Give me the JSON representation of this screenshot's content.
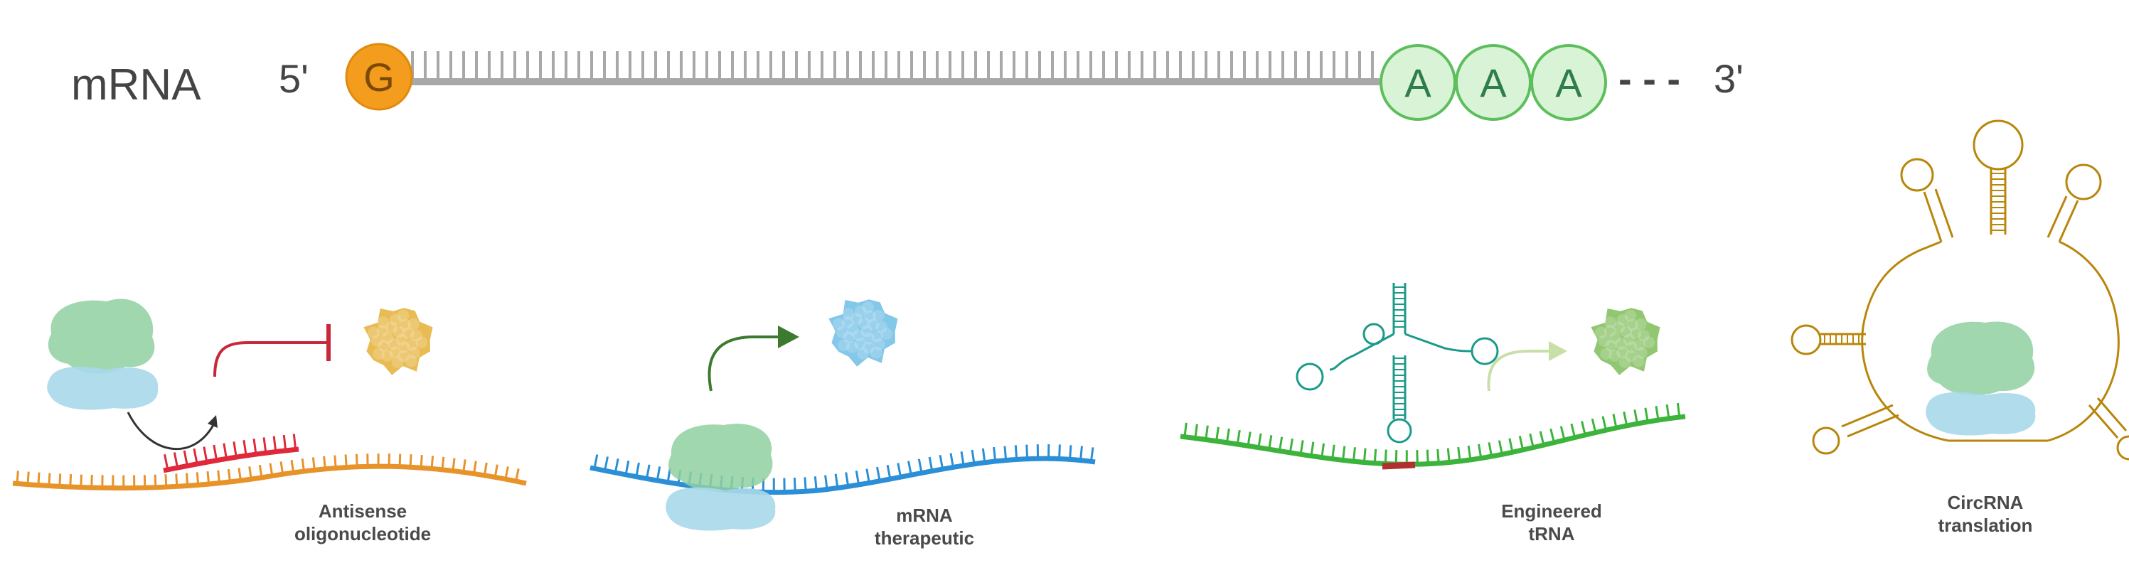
{
  "figure": {
    "mrna_label": "mRNA",
    "five_prime": "5'",
    "three_prime": "3'",
    "cap_letter": "G",
    "tail_letters": [
      "A",
      "A",
      "A"
    ],
    "tail_dashes": "- - -"
  },
  "panels": [
    {
      "line1": "Antisense",
      "line2": "oligonucleotide"
    },
    {
      "line1": "mRNA",
      "line2": "therapeutic"
    },
    {
      "line1": "Engineered",
      "line2": "tRNA"
    },
    {
      "line1": "CircRNA",
      "line2": "translation"
    }
  ],
  "colors": {
    "cap": "#f39c1e",
    "tail_fill": "#d9f3d6",
    "tail_stroke": "#5cbf5c",
    "backbone": "#a8a8a8",
    "aso_strand": "#e8932a",
    "aso_oligo": "#e0283a",
    "therapeutic_strand": "#2a8fd6",
    "trna_strand": "#3cb43c",
    "trna_color": "#1b9a8a",
    "circ_color": "#b8860b",
    "ribosome_large": "#8fd0a0",
    "ribosome_small": "#a8d8ea",
    "protein_aso": "#e8b84a",
    "protein_therapeutic": "#7cc4e8",
    "protein_trna": "#8cc46a"
  }
}
